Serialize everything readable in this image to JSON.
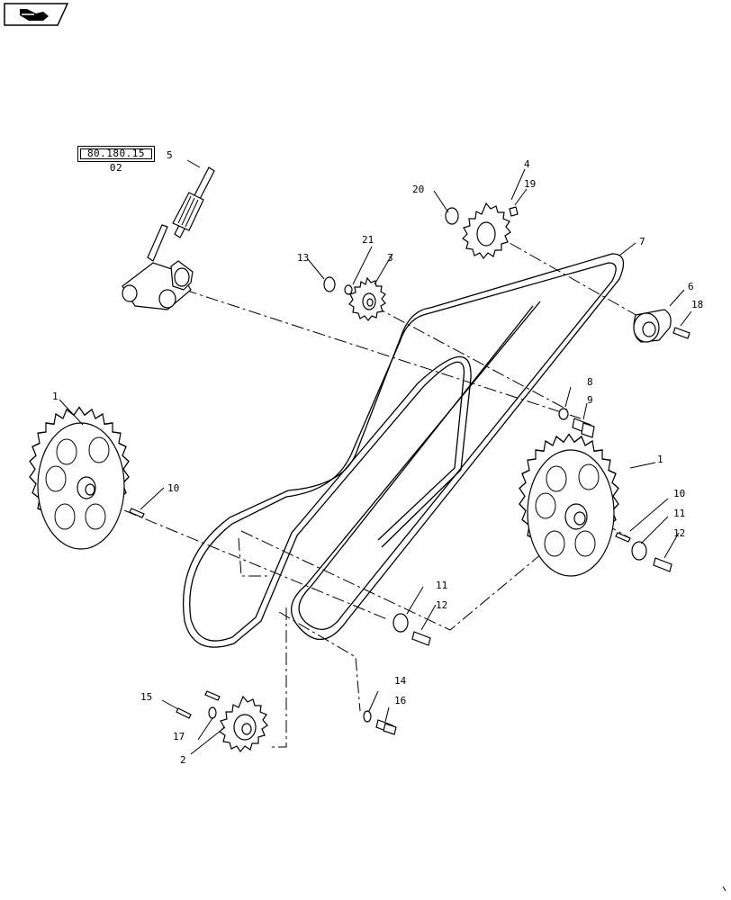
{
  "navigation": {
    "icon": "arrow-back-icon"
  },
  "reference": {
    "label": "80.180.15 02"
  },
  "callouts": {
    "c1a": "1",
    "c1b": "1",
    "c2": "2",
    "c3": "3",
    "c4": "4",
    "c5": "5",
    "c6": "6",
    "c7": "7",
    "c8": "8",
    "c9": "9",
    "c10a": "10",
    "c10b": "10",
    "c11a": "11",
    "c11b": "11",
    "c12a": "12",
    "c12b": "12",
    "c13": "13",
    "c14": "14",
    "c15": "15",
    "c16": "16",
    "c17": "17",
    "c18": "18",
    "c19": "19",
    "c20": "20",
    "c21": "21"
  }
}
